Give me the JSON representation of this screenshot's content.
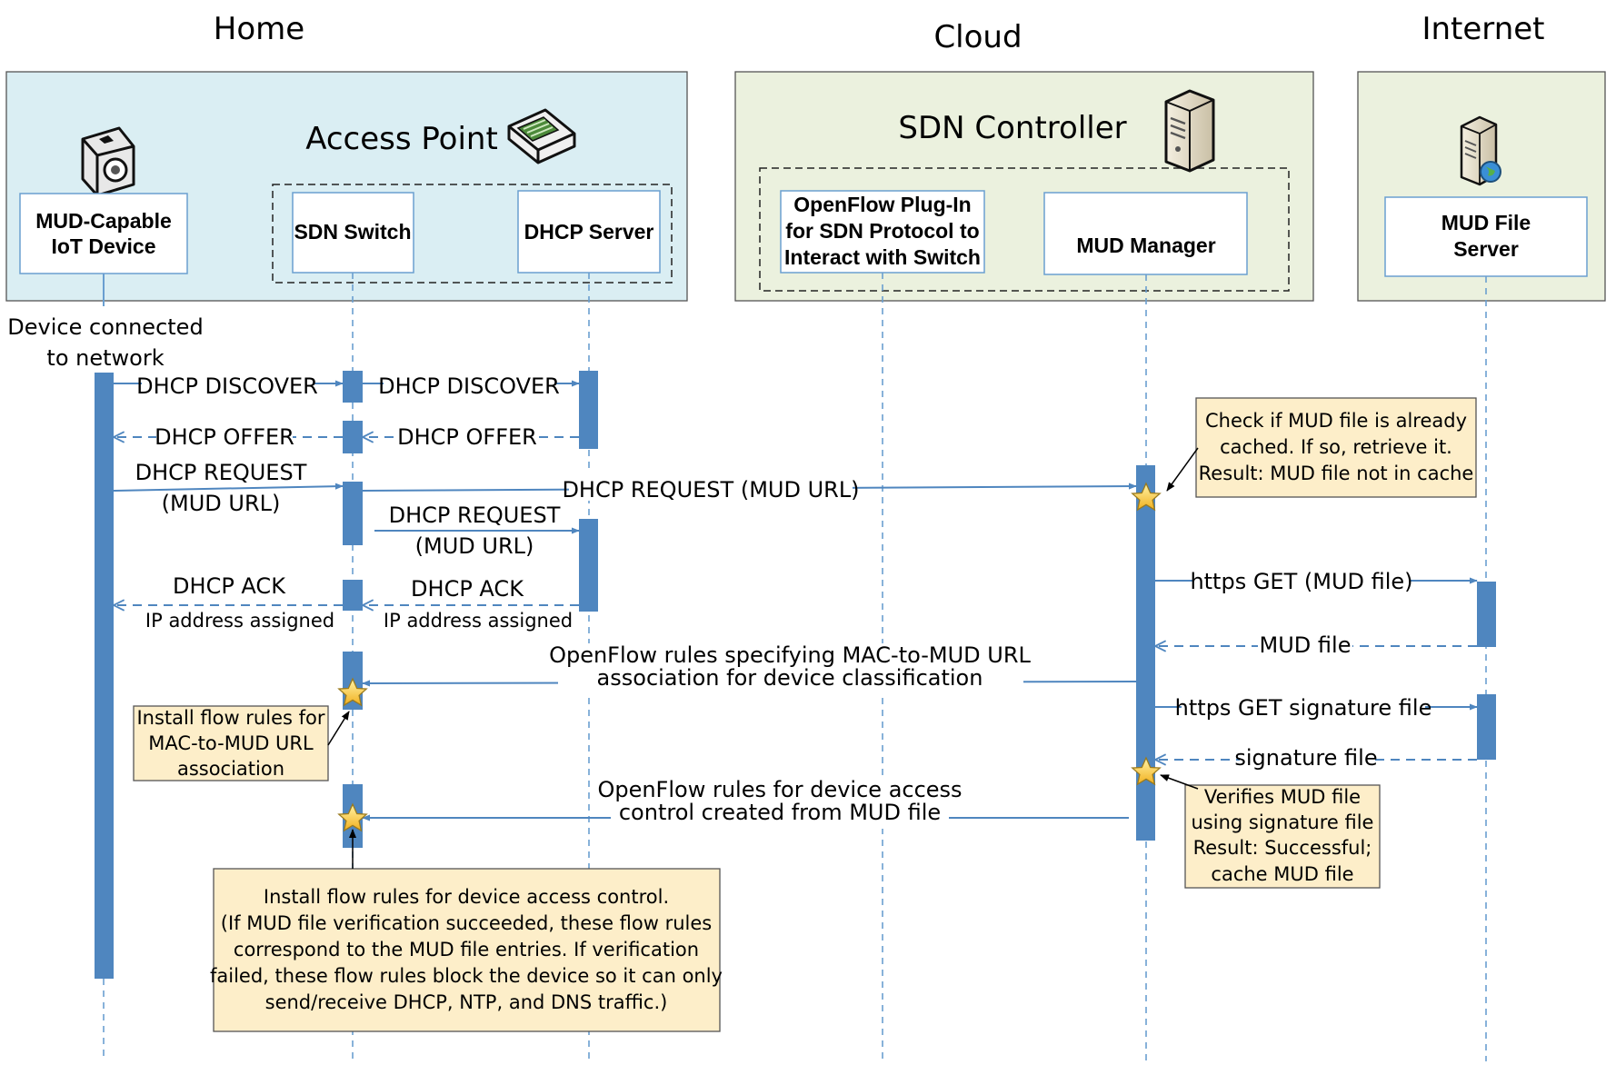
{
  "regions": {
    "home": "Home",
    "cloud": "Cloud",
    "internet": "Internet"
  },
  "areas": {
    "access_point": "Access Point",
    "sdn_controller": "SDN Controller"
  },
  "participants": {
    "iot_device": [
      "MUD-Capable",
      "IoT Device"
    ],
    "sdn_switch": [
      "SDN Switch"
    ],
    "dhcp_server": [
      "DHCP Server"
    ],
    "openflow_plugin": [
      "OpenFlow Plug-In",
      "for SDN Protocol to",
      "Interact with Switch"
    ],
    "mud_manager": [
      "MUD Manager"
    ],
    "mud_file_server": [
      "MUD File",
      "Server"
    ]
  },
  "labels": {
    "device_connected": [
      "Device connected",
      "to network"
    ],
    "dhcp_discover_1": "DHCP DISCOVER",
    "dhcp_discover_2": "DHCP DISCOVER",
    "dhcp_offer_1": "DHCP OFFER",
    "dhcp_offer_2": "DHCP OFFER",
    "dhcp_request_1": [
      "DHCP REQUEST",
      "(MUD URL)"
    ],
    "dhcp_request_mud": "DHCP REQUEST (MUD URL)",
    "dhcp_request_2": [
      "DHCP REQUEST",
      "(MUD URL)"
    ],
    "dhcp_ack_1": "DHCP ACK",
    "dhcp_ack_1_sub": "IP address assigned",
    "dhcp_ack_2": "DHCP ACK",
    "dhcp_ack_2_sub": "IP address assigned",
    "https_get_mud": "https GET (MUD file)",
    "mud_file": "MUD file",
    "openflow_classification": [
      "OpenFlow rules specifying MAC-to-MUD URL",
      "association for device classification"
    ],
    "https_get_signature": "https GET signature file",
    "signature_file": "signature file",
    "openflow_access": [
      "OpenFlow rules for device access",
      "control created from MUD file"
    ]
  },
  "notes": {
    "cache_check": [
      "Check if MUD file is already",
      "cached. If so, retrieve it.",
      "Result: MUD file not in cache"
    ],
    "install_mac": [
      "Install flow rules for",
      "MAC-to-MUD URL",
      "association"
    ],
    "verify_mud": [
      "Verifies MUD file",
      "using signature file",
      "Result: Successful;",
      "cache MUD file"
    ],
    "install_access": [
      "Install flow rules for device access control.",
      "(If MUD file verification succeeded, these flow rules",
      "correspond to the MUD file entries. If verification",
      "failed, these flow rules block the device so it can only",
      "send/receive DHCP, NTP, and DNS traffic.)"
    ]
  },
  "icons": {
    "device": "camera-icon",
    "access_point": "router-icon",
    "controller": "server-icon",
    "file_server": "web-server-icon",
    "event": "star-icon"
  },
  "colors": {
    "home_fill": "#daeef3",
    "cloud_fill": "#ebf1de",
    "internet_fill": "#ebf1de",
    "activation": "#4f86bf",
    "note_fill": "#fdeec9"
  }
}
